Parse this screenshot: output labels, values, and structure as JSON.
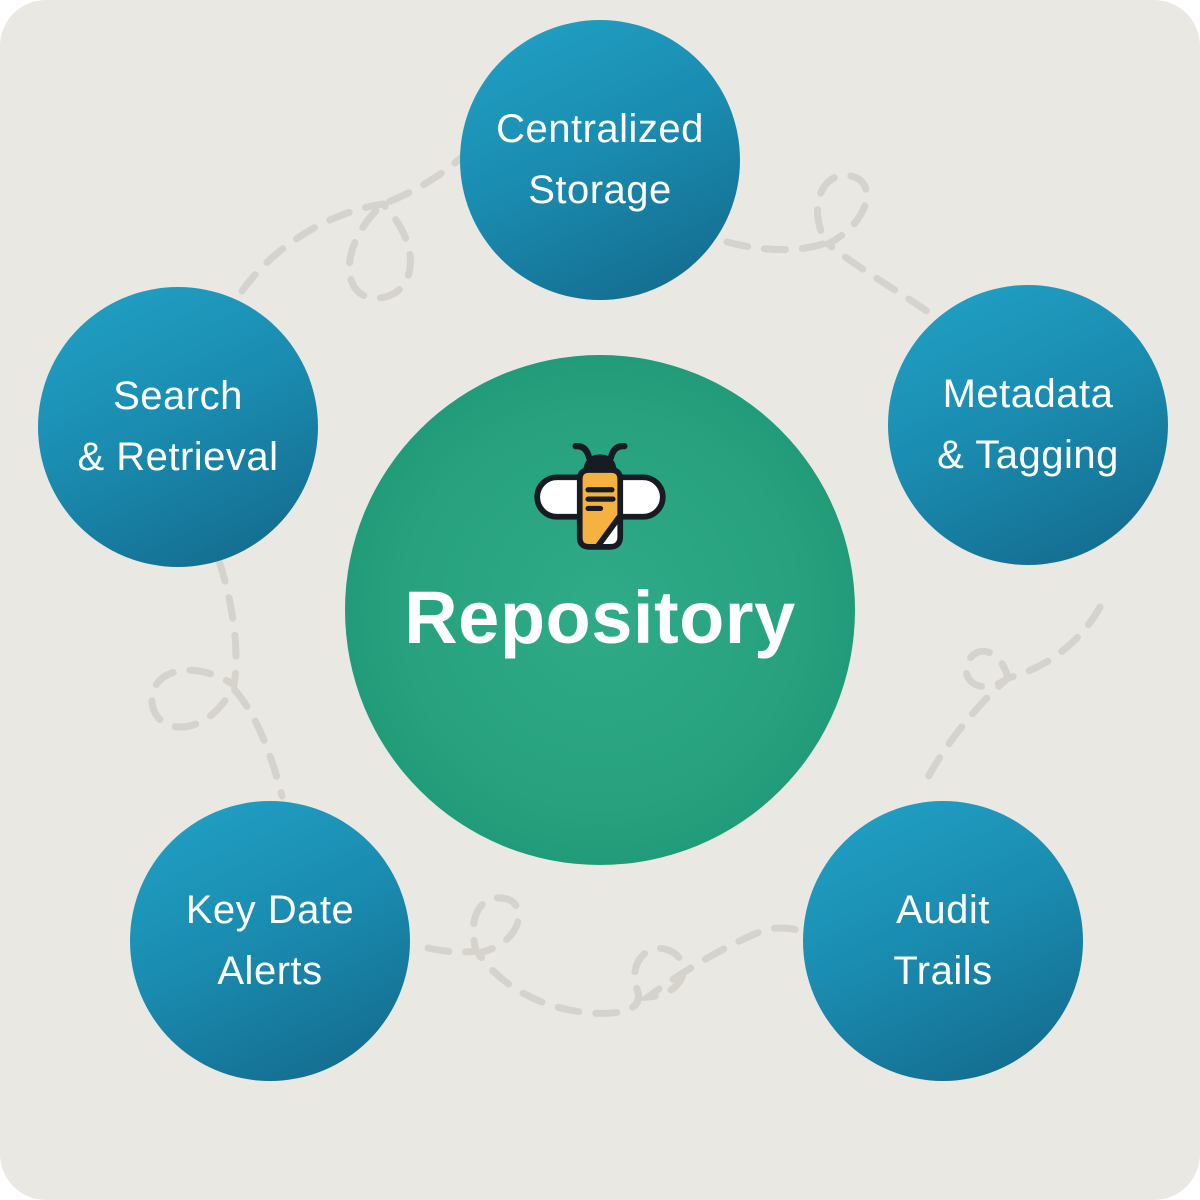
{
  "center": {
    "label": "Repository",
    "icon": "bee-document-icon"
  },
  "nodes": [
    {
      "id": "centralized-storage",
      "line1": "Centralized",
      "line2": "Storage"
    },
    {
      "id": "search-retrieval",
      "line1": "Search",
      "line2": "& Retrieval"
    },
    {
      "id": "metadata-tagging",
      "line1": "Metadata",
      "line2": "& Tagging"
    },
    {
      "id": "key-date-alerts",
      "line1": "Key Date",
      "line2": "Alerts"
    },
    {
      "id": "audit-trails",
      "line1": "Audit",
      "line2": "Trails"
    }
  ],
  "colors": {
    "page_background": "#ffffff",
    "canvas_background": "#eae8e3",
    "flight_path": "#d6d3cd",
    "node_gradient_start": "#21a2c6",
    "node_gradient_mid": "#1a8db1",
    "node_gradient_end": "#13678a",
    "center_gradient_inner": "#2fab87",
    "center_gradient_outer": "#15906f",
    "text": "#ffffff",
    "bee_outline": "#171c24",
    "bee_body": "#f5b240",
    "bee_wing": "#ffffff"
  }
}
